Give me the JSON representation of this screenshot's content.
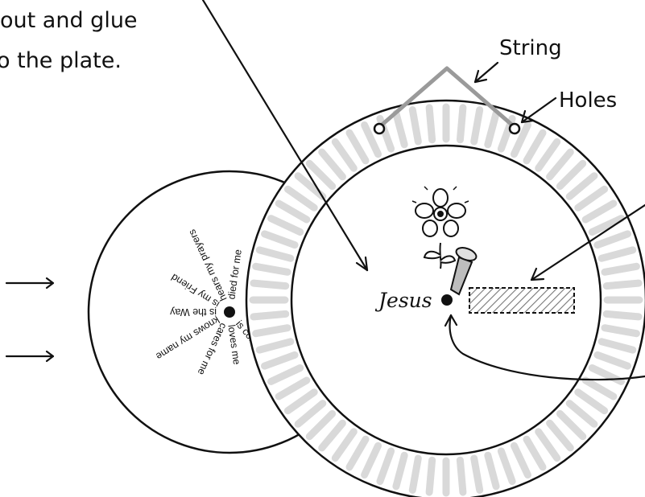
{
  "instruction": {
    "line1": "out and glue",
    "line2": "o the plate."
  },
  "labels": {
    "string": "String",
    "holes": "Holes",
    "center_word": "Jesus"
  },
  "wheel": {
    "phrases": [
      "hears my prayers",
      "died for me",
      "is my Friend",
      "is the Way",
      "knows my name",
      "cares for me",
      "loves me",
      "is coming"
    ]
  },
  "colors": {
    "ink": "#111111",
    "rim_stripe": "#d9d9d9",
    "string": "#9a9a9a",
    "hatch": "#777777",
    "pin": "#bdbdbd"
  },
  "icons": [
    "flower-icon",
    "brad-fastener-icon"
  ]
}
